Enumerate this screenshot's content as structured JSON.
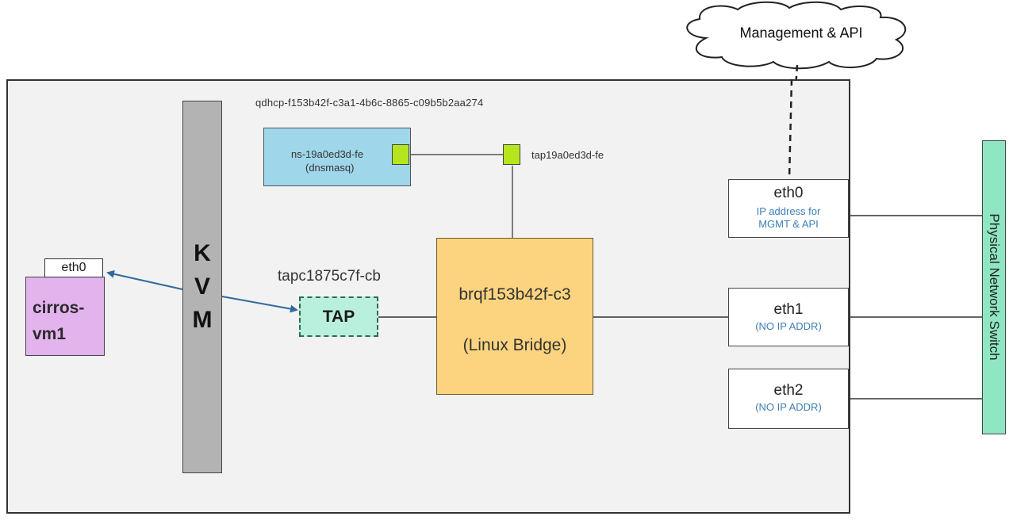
{
  "diagram": {
    "cloud_label": "Management & API",
    "qdhcp_label": "qdhcp-f153b42f-c3a1-4b6c-8865-c09b5b2aa274",
    "namespace": {
      "line1": "ns-19a0ed3d-fe",
      "line2": "(dnsmasq)"
    },
    "ns_tap_label": "tap19a0ed3d-fe",
    "kvm": {
      "letters": [
        "K",
        "V",
        "M"
      ]
    },
    "vm": {
      "eth_label": "eth0",
      "name_line1": "cirros-",
      "name_line2": "vm1"
    },
    "tap": {
      "label": "TAP",
      "name": "tapc1875c7f-cb"
    },
    "bridge": {
      "line1": "brqf153b42f-c3",
      "line2": "(Linux Bridge)"
    },
    "host_nics": [
      {
        "name": "eth0",
        "desc_line1": "IP address for",
        "desc_line2": "MGMT & API"
      },
      {
        "name": "eth1",
        "desc_line1": "(NO IP ADDR)"
      },
      {
        "name": "eth2",
        "desc_line1": "(NO IP ADDR)"
      }
    ],
    "switch_label": "Physical Network Switch",
    "colors": {
      "vm": "#e3b3ee",
      "tap": "#b8f0dd",
      "bridge": "#fcd47f",
      "namespace": "#9fd6ea",
      "port": "#b5e61d",
      "switch": "#8fe6c2",
      "kvm": "#b3b3b3",
      "arrow": "#2e6a9e"
    }
  }
}
